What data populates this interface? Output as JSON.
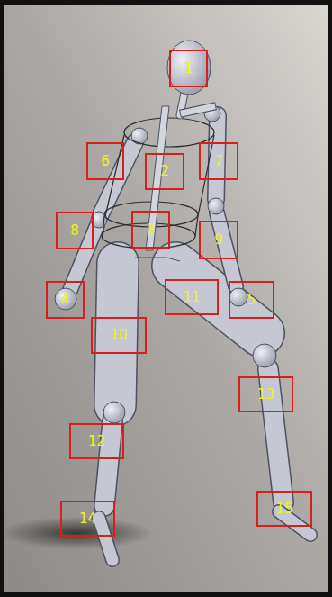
{
  "diagram": {
    "nodes": [
      {
        "text": [
          "1"
        ]
      },
      {
        "text": [
          "6"
        ]
      },
      {
        "text": [
          "2"
        ]
      },
      {
        "text": [
          "7"
        ]
      },
      {
        "text": [
          "8"
        ]
      },
      {
        "text": [
          "3"
        ]
      },
      {
        "text": [
          "9"
        ]
      },
      {
        "text": [
          "4"
        ]
      },
      {
        "text": [
          "11"
        ]
      },
      {
        "text": [
          "5"
        ]
      },
      {
        "text": [
          "10"
        ]
      },
      {
        "text": [
          "13"
        ]
      },
      {
        "text": [
          "12"
        ]
      },
      {
        "text": [
          "15"
        ]
      },
      {
        "text": [
          "14"
        ]
      }
    ]
  }
}
